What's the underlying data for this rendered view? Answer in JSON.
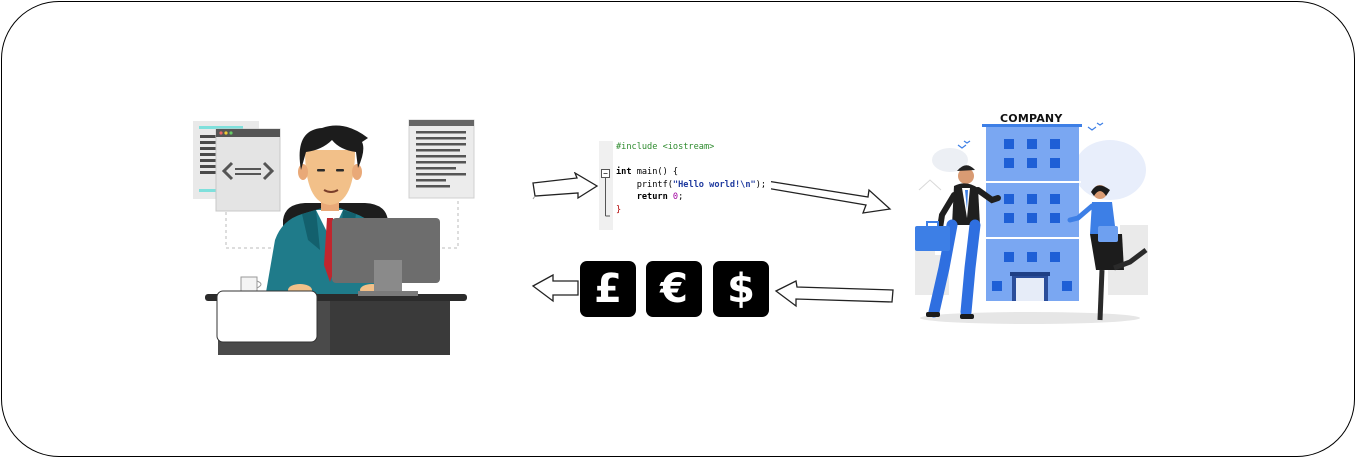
{
  "code": {
    "line1": "#include <iostream>",
    "line2_kw": "int",
    "line2_rest": " main() {",
    "line3_fn": "    printf(",
    "line3_str": "\"Hello world!\\n\"",
    "line3_end": ");",
    "line4_kw": "    return",
    "line4_num": " 0",
    "line4_end": ";",
    "line5": "}"
  },
  "currencies": [
    "£",
    "€",
    "$"
  ],
  "company": {
    "label": "COMPANY"
  },
  "icons": [
    "developer-illustration",
    "arrow-right-icon",
    "arrow-left-icon",
    "company-building-illustration"
  ],
  "colors": {
    "accent_blue": "#3d7fe6",
    "currency_bg": "#000000",
    "frame": "#000000"
  }
}
